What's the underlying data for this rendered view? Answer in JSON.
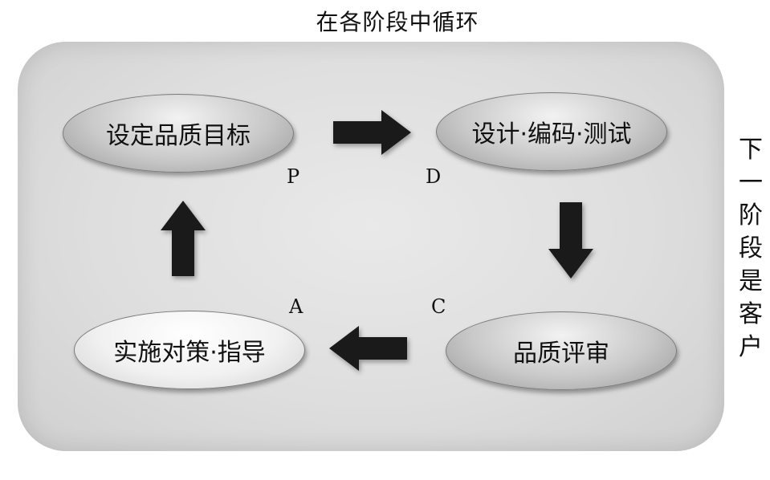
{
  "title": "在各阶段中循环",
  "nodes": {
    "plan": "设定品质目标",
    "do": "设计·编码·测试",
    "check": "品质评审",
    "act": "实施对策·指导"
  },
  "letters": {
    "p": "P",
    "d": "D",
    "c": "C",
    "a": "A"
  },
  "side_label": [
    "下",
    "一",
    "阶",
    "段",
    "是",
    "客",
    "户"
  ],
  "colors": {
    "arrow": "#1a1a1a",
    "panel": "#dedede"
  },
  "icons": {
    "right": "arrow-right-icon",
    "down": "arrow-down-icon",
    "left": "arrow-left-icon",
    "up": "arrow-up-icon"
  }
}
